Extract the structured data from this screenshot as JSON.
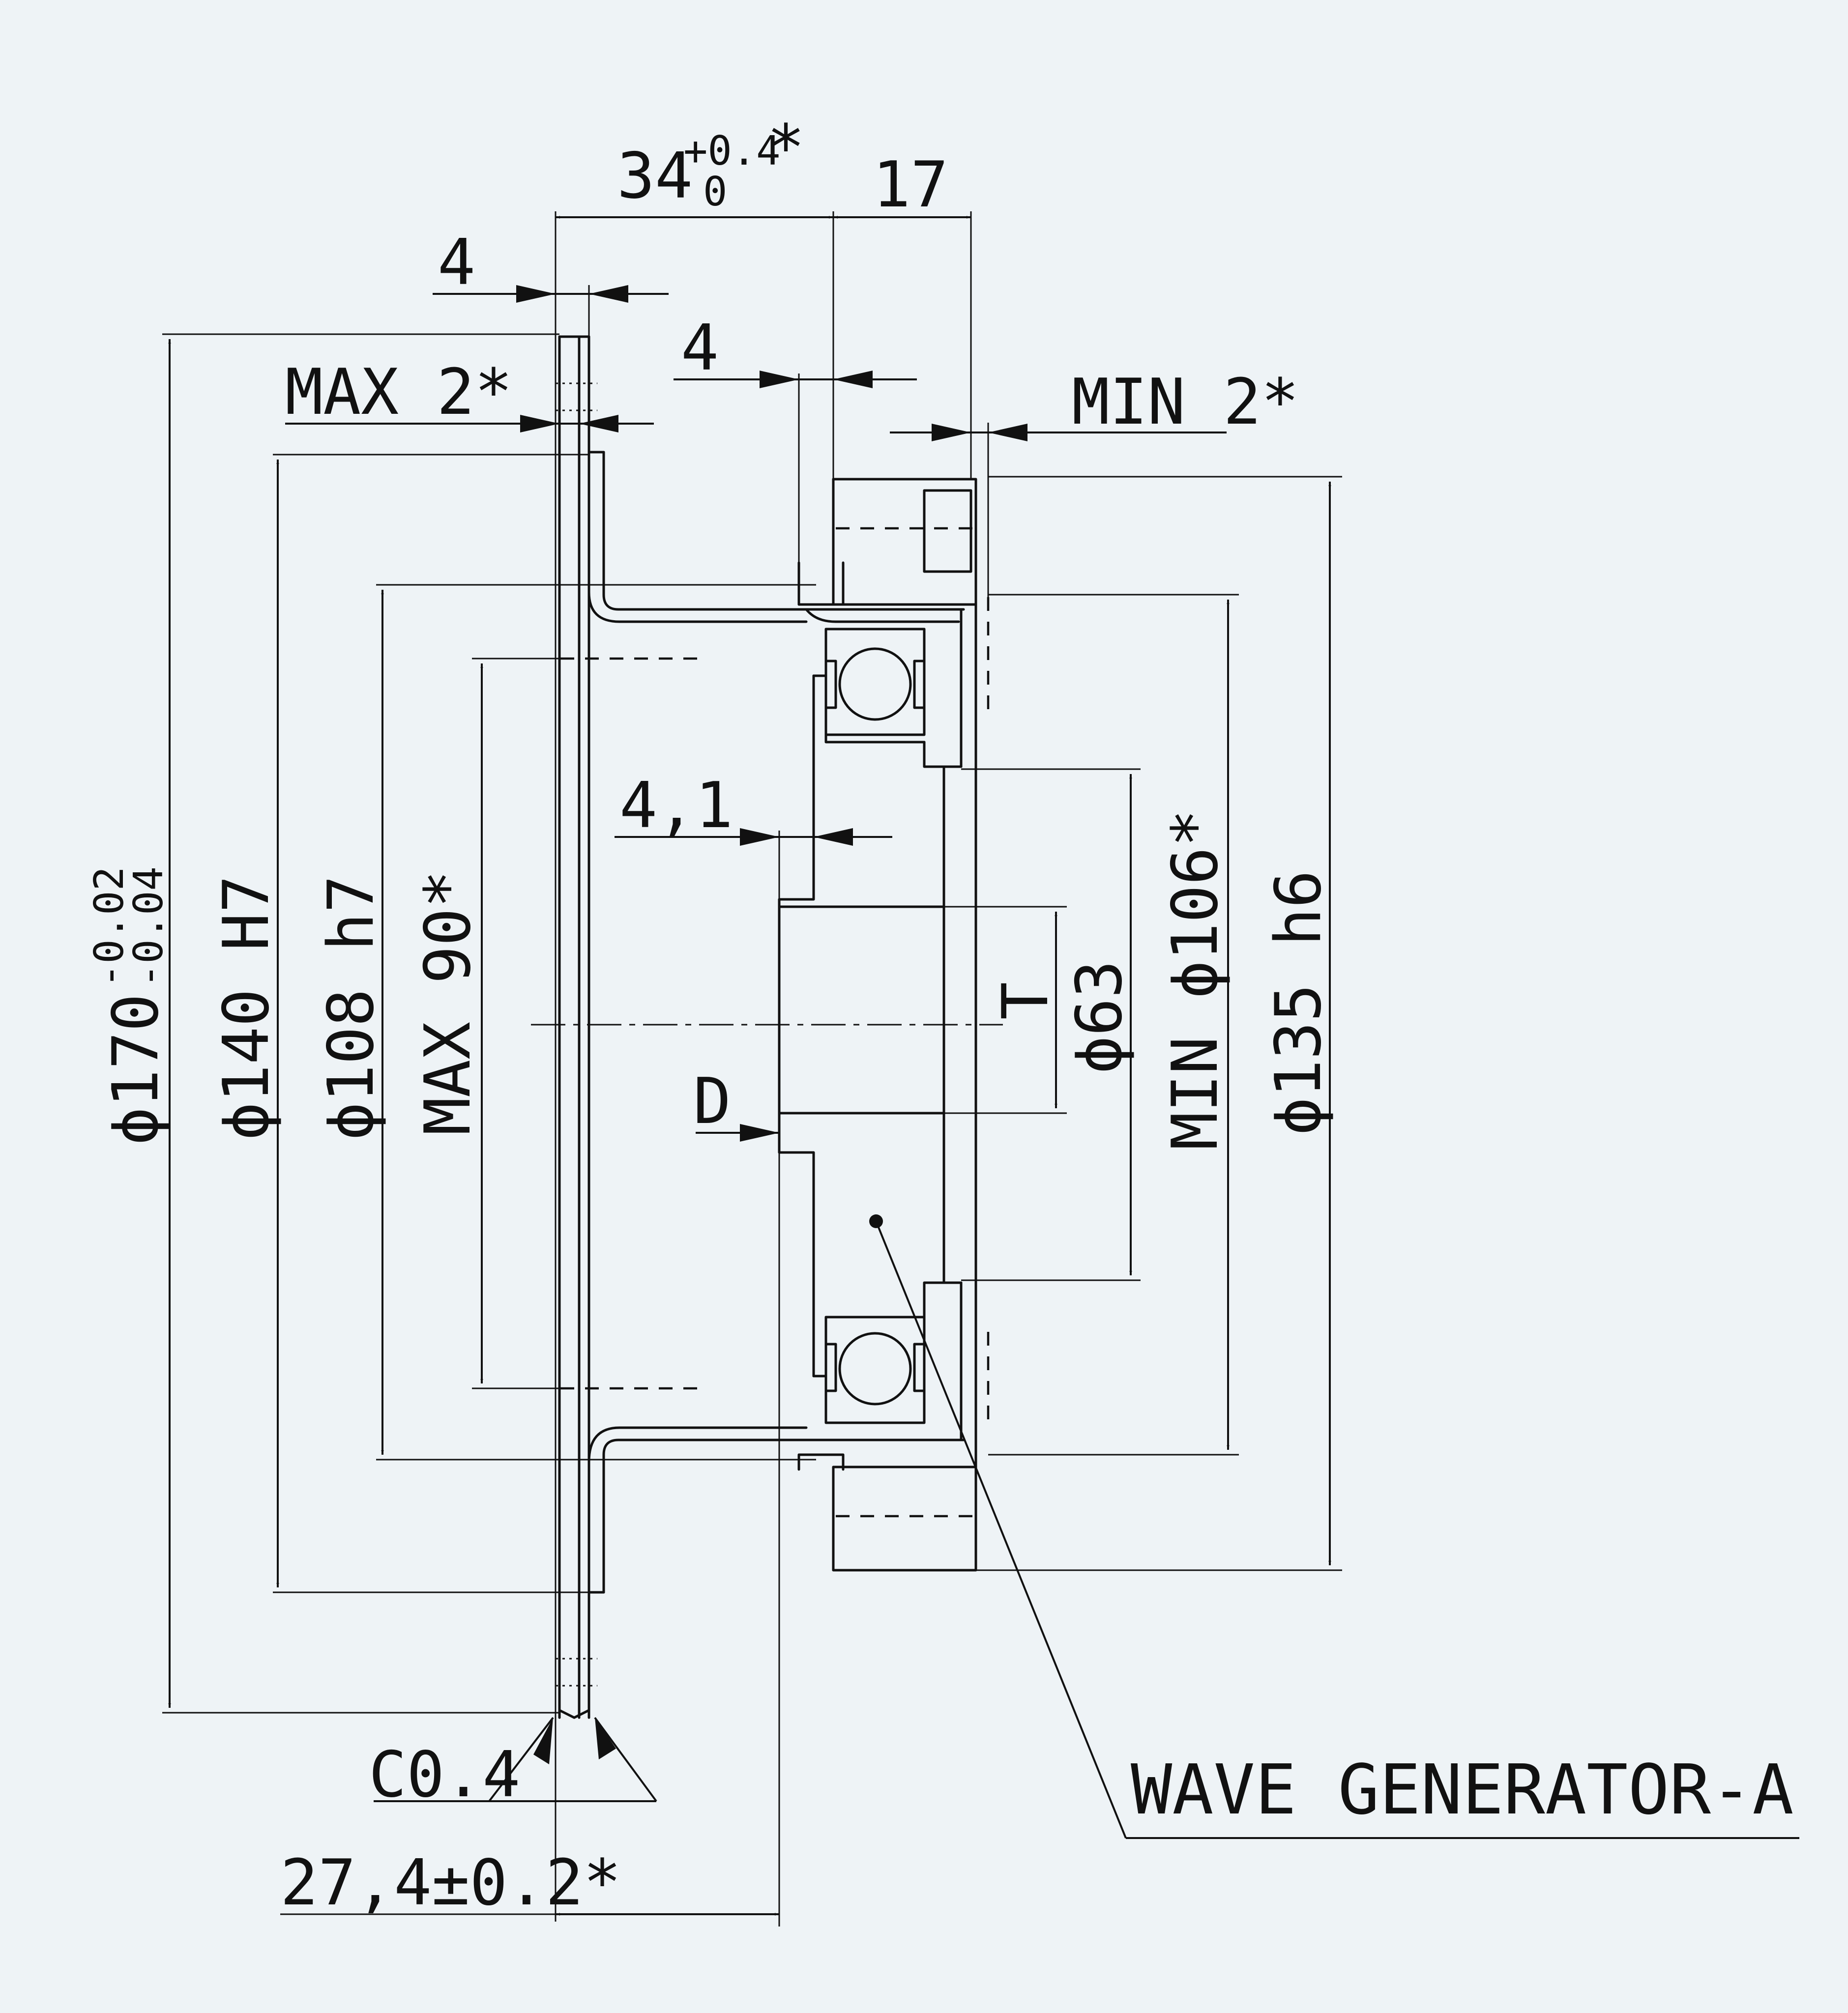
{
  "dimensions": {
    "overall_length": {
      "value": "34",
      "tol_upper": "+0.4",
      "tol_lower": "0",
      "mark": "*"
    },
    "flange_length": "17",
    "shaft_offset": "4",
    "spacer_width": "4",
    "max_clearance_left": "MAX 2*",
    "min_clearance_right": "MIN 2*",
    "hub_offset": "4,1",
    "dia_170": {
      "value": "ϕ170",
      "tol_upper": "-0.02",
      "tol_lower": "-0.04"
    },
    "dia_140": "ϕ140 H7",
    "dia_108": "ϕ108 h7",
    "max_90": "MAX 90*",
    "dia_63": "ϕ63",
    "min_106": "MIN ϕ106*",
    "dia_135": "ϕ135 h6",
    "label_T": "T",
    "label_D": "D",
    "chamfer": "C0.4",
    "hub_length": "27,4±0.2*"
  },
  "callout": {
    "label": "WAVE GENERATOR-A"
  }
}
